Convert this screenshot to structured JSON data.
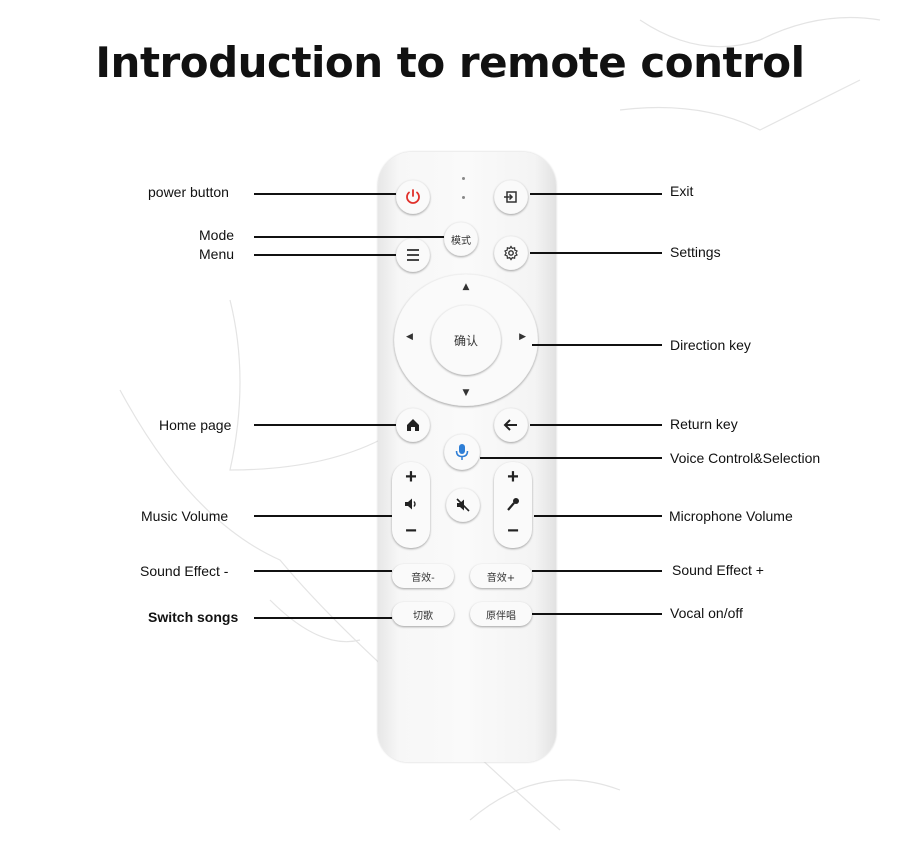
{
  "title": "Introduction to remote control",
  "remote": {
    "mode_label": "模式",
    "ok_label": "确认",
    "vol_plus": "+",
    "vol_minus": "−",
    "mic_plus": "+",
    "mic_minus": "−",
    "sound_minus_label": "音效-",
    "sound_plus_label": "音效+",
    "switch_label": "切歌",
    "vocal_label": "原伴唱",
    "arrow_up": "▲",
    "arrow_down": "▼",
    "arrow_left": "◀",
    "arrow_right": "▶"
  },
  "labels": {
    "power": "power button",
    "mode": "Mode",
    "menu": "Menu",
    "home": "Home page",
    "music_volume": "Music Volume",
    "sound_effect_minus": "Sound Effect -",
    "switch_songs": "Switch songs",
    "exit": "Exit",
    "settings": "Settings",
    "direction": "Direction key",
    "return": "Return key",
    "voice": "Voice Control&Selection",
    "mic_volume": "Microphone Volume",
    "sound_effect_plus": "Sound Effect +",
    "vocal": "Vocal on/off"
  },
  "colors": {
    "power": "#e0302a",
    "mic": "#2e7ed6"
  }
}
